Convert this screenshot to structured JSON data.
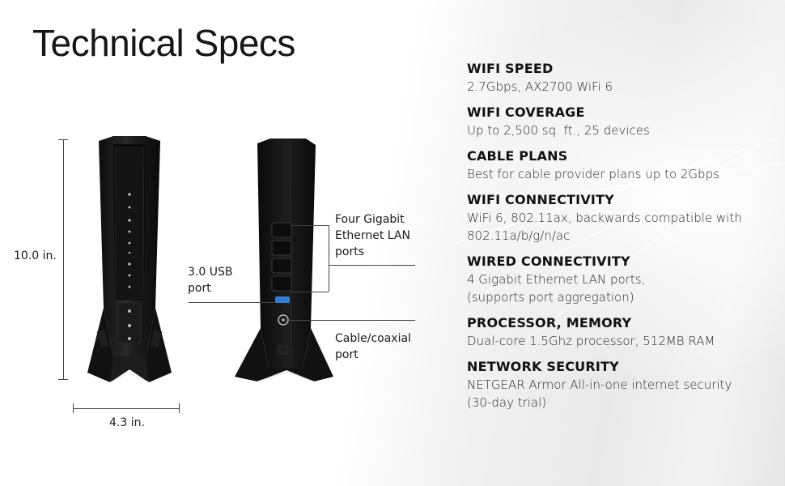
{
  "title": "Technical Specs",
  "dimensions": {
    "height": "10.0 in.",
    "width": "4.3 in."
  },
  "callouts": {
    "lan_ports": "Four Gigabit\nEthernet LAN\nports",
    "usb_port": "3.0 USB\nport",
    "coax_port": "Cable/coaxial\nport"
  },
  "specs": [
    {
      "heading": "WIFI SPEED",
      "value": "2.7Gbps, AX2700 WiFi 6"
    },
    {
      "heading": "WIFI COVERAGE",
      "value": "Up to 2,500 sq. ft., 25 devices"
    },
    {
      "heading": "CABLE PLANS",
      "value": "Best for cable provider plans up to 2Gbps"
    },
    {
      "heading": "WIFI CONNECTIVITY",
      "value": "WiFi 6, 802.11ax, backwards compatible with\n802.11a/b/g/n/ac"
    },
    {
      "heading": "WIRED CONNECTIVITY",
      "value": "4 Gigabit Ethernet LAN ports,\n(supports port aggregation)"
    },
    {
      "heading": "PROCESSOR, MEMORY",
      "value": "Dual-core 1.5Ghz processor, 512MB RAM"
    },
    {
      "heading": "NETWORK SECURITY",
      "value": "NETGEAR Armor All-in-one internet security\n(30-day trial)"
    }
  ],
  "colors": {
    "device_body": "#141414",
    "device_highlight": "#2e2e2e",
    "usb_blue": "#2f7fd6",
    "text": "#1a1a1a"
  }
}
